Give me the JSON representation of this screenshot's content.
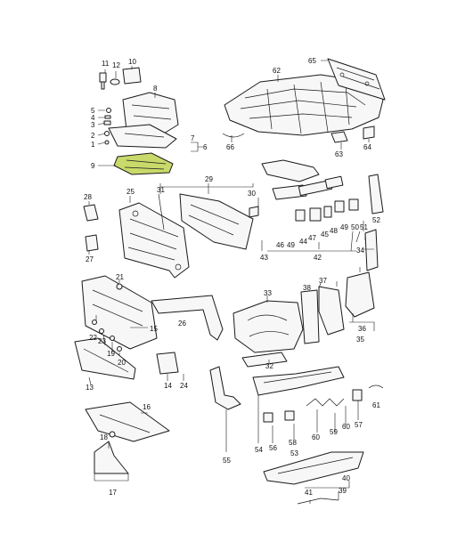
{
  "callouts": {
    "c1": "1",
    "c2": "2",
    "c3": "3",
    "c4": "4",
    "c5": "5",
    "c6": "6",
    "c7": "7",
    "c8": "8",
    "c9": "9",
    "c10": "10",
    "c11": "11",
    "c12": "12",
    "c13": "13",
    "c14": "14",
    "c15": "15",
    "c16": "16",
    "c17": "17",
    "c18": "18",
    "c19": "19",
    "c20": "20",
    "c21": "21",
    "c22": "22",
    "c23": "23",
    "c24": "24",
    "c25": "25",
    "c26": "26",
    "c27": "27",
    "c28": "28",
    "c29": "29",
    "c30": "30",
    "c31": "31",
    "c32": "32",
    "c33": "33",
    "c34": "34",
    "c35": "35",
    "c36": "36",
    "c37": "37",
    "c38": "38",
    "c39": "39",
    "c40": "40",
    "c41": "41",
    "c42": "42",
    "c43": "43",
    "c44": "44",
    "c45": "45",
    "c46": "46",
    "c47": "47",
    "c48": "48",
    "c49": "49",
    "c50": "50",
    "c51": "51",
    "c52": "52",
    "c53": "53",
    "c54": "54",
    "c55": "55",
    "c56": "56",
    "c57": "57",
    "c58": "58",
    "c59": "59",
    "c60": "60",
    "c61": "61",
    "c62": "62",
    "c63": "63",
    "c64": "64",
    "c65": "65",
    "c66": "66"
  },
  "highlight_color": "#c9d96a",
  "highlighted_part": "9"
}
